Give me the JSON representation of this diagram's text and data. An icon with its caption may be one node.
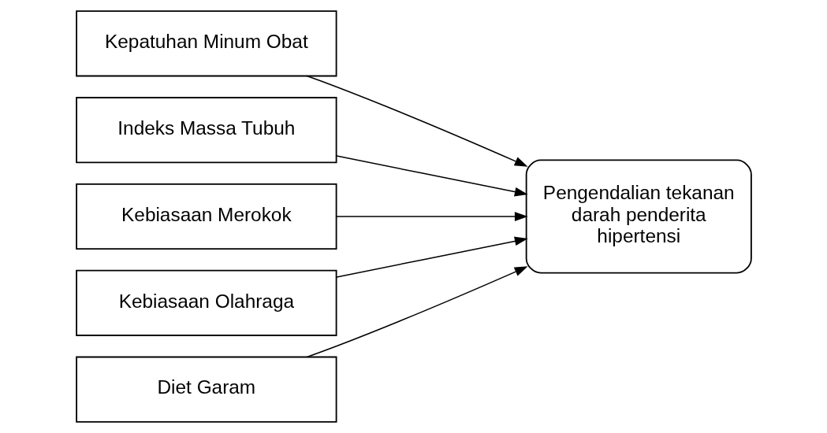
{
  "diagram": {
    "nodes": [
      {
        "text": [
          "Kepatuhan Minum Obat"
        ]
      },
      {
        "text": [
          "Indeks Massa Tubuh"
        ]
      },
      {
        "text": [
          "Kebiasaan Merokok"
        ]
      },
      {
        "text": [
          "Kebiasaan Olahraga"
        ]
      },
      {
        "text": [
          "Diet Garam"
        ]
      },
      {
        "text": [
          "Pengendalian tekanan darah penderita hipertensi"
        ]
      }
    ],
    "edges": [
      {
        "from": 0,
        "to": 5,
        "arrow": "to"
      },
      {
        "from": 1,
        "to": 5,
        "arrow": "to"
      },
      {
        "from": 2,
        "to": 5,
        "arrow": "to"
      },
      {
        "from": 3,
        "to": 5,
        "arrow": "to"
      },
      {
        "from": 4,
        "to": 5,
        "arrow": "to"
      }
    ]
  }
}
